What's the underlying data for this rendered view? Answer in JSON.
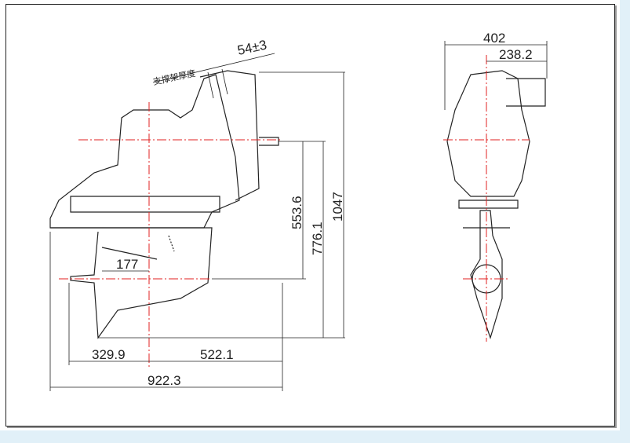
{
  "drawing": {
    "side_view": {
      "label_support_thickness": "支撑架厚度",
      "dim_support": "54±3",
      "dim_553": "553.6",
      "dim_776": "776.1",
      "dim_1047": "1047",
      "dim_177": "177",
      "dim_329": "329.9",
      "dim_522": "522.1",
      "dim_922": "922.3"
    },
    "rear_view": {
      "dim_402": "402",
      "dim_238": "238.2"
    },
    "colors": {
      "line": "#222222",
      "centerline": "#e02020",
      "background_strip": "#e1f0f8"
    }
  }
}
